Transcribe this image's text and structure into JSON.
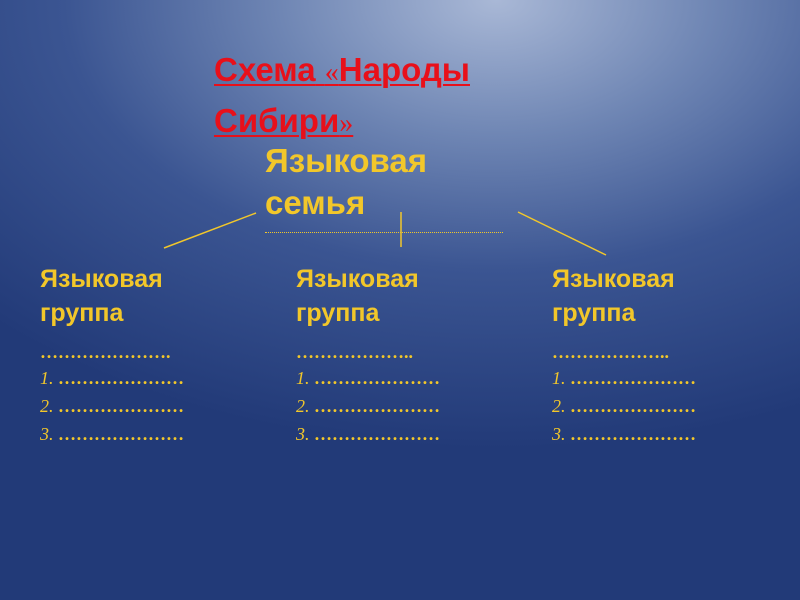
{
  "title": {
    "word1": "Схема",
    "quote_open": "«",
    "word2": "Народы",
    "word3": "Сибири",
    "quote_close": "»"
  },
  "family": {
    "line1": "Языковая",
    "line2": "семья",
    "blank": "……………………………………"
  },
  "groups": [
    {
      "line1": "Языковая",
      "line2": "группа",
      "blank": "………………….",
      "items": [
        {
          "num": "1.",
          "blank": "…………………"
        },
        {
          "num": "2.",
          "blank": "…………………"
        },
        {
          "num": "3.",
          "blank": "…………………"
        }
      ]
    },
    {
      "line1": "Языковая",
      "line2": "группа",
      "blank": "………………..",
      "items": [
        {
          "num": "1.",
          "blank": "…………………"
        },
        {
          "num": "2.",
          "blank": "…………………"
        },
        {
          "num": "3.",
          "blank": "…………………"
        }
      ]
    },
    {
      "line1": "Языковая",
      "line2": "группа",
      "blank": "………………..",
      "items": [
        {
          "num": "1.",
          "blank": "…………………"
        },
        {
          "num": "2.",
          "blank": "…………………"
        },
        {
          "num": "3.",
          "blank": "…………………"
        }
      ]
    }
  ],
  "colors": {
    "title": "#e8101a",
    "text": "#f2c72a",
    "background_top": "#a9b8d6",
    "background_bottom": "#223a78"
  }
}
